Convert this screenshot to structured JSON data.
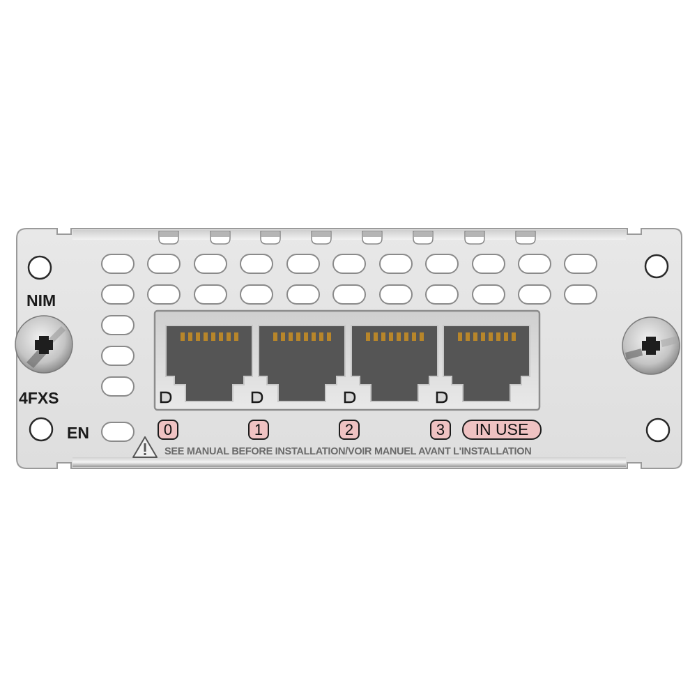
{
  "module": {
    "name": "NIM",
    "model": "4FXS",
    "enable_label": "EN",
    "port_count": 4,
    "ports": [
      {
        "id": "port-0",
        "led_label": "0"
      },
      {
        "id": "port-1",
        "led_label": "1"
      },
      {
        "id": "port-2",
        "led_label": "2"
      },
      {
        "id": "port-3",
        "led_label": "3"
      }
    ],
    "in_use_label": "IN USE",
    "warning_text": "SEE MANUAL BEFORE INSTALLATION/VOIR MANUEL AVANT L'INSTALLATION",
    "warning_icon": "warning-triangle-icon",
    "colors": {
      "faceplate": "#e3e3e3",
      "faceplate_border": "#9a9a9a",
      "port_body": "#555555",
      "port_pins": "#b8862a",
      "led_fill": "#efc2c2",
      "label_text": "#1a1a1a",
      "warning_text": "#6a6a6a"
    }
  }
}
